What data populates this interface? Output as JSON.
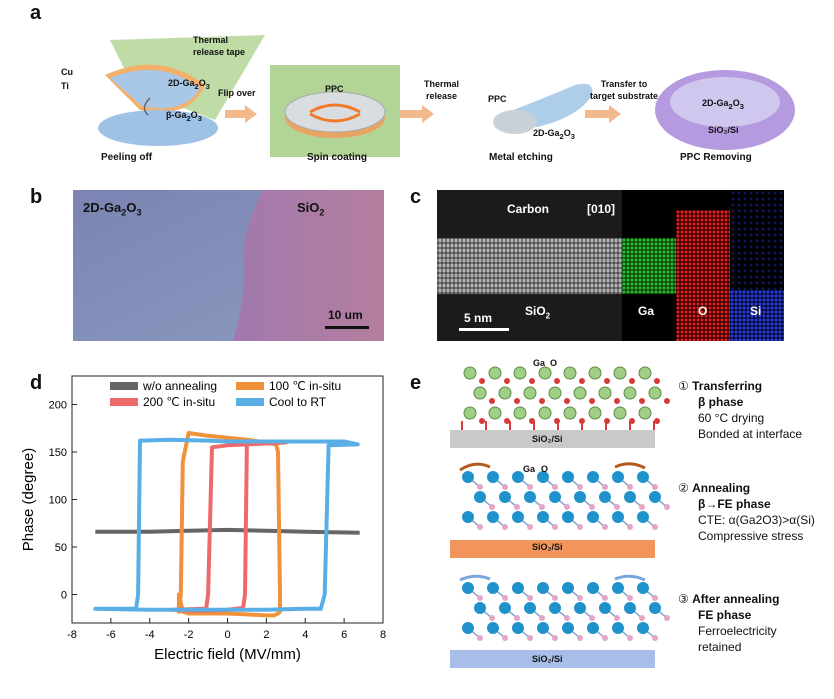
{
  "panel_a": {
    "label": "a",
    "tape_label": [
      "Thermal",
      "release tape"
    ],
    "cu_label": "Cu",
    "ti_label": "Ti",
    "ga2o3_2d": "2D-Ga",
    "beta_ga2o3": "β-Ga",
    "flip_over": "Flip over",
    "ppc": "PPC",
    "thermal_release": [
      "Thermal",
      "release"
    ],
    "transfer": [
      "Transfer to",
      "target substrate"
    ],
    "sio2si": "SiO₂/Si",
    "captions": [
      "Peeling off",
      "Spin coating",
      "Metal etching",
      "PPC Removing"
    ]
  },
  "panel_b": {
    "label": "b",
    "left_text": "2D-Ga",
    "right_text": "SiO",
    "scale_bar": "10 um"
  },
  "panel_c": {
    "label": "c",
    "carbon": "Carbon",
    "zone": "[010]",
    "sio2": "SiO",
    "scale_bar": "5 nm",
    "maps": [
      "Ga",
      "O",
      "Si"
    ]
  },
  "panel_d": {
    "label": "d"
  },
  "panel_e": {
    "label": "e",
    "ga": "Ga",
    "o": "O",
    "substrate": "SiO₂/Si",
    "steps": [
      {
        "num": "①",
        "title": "Transferring",
        "phase": "β phase",
        "lines": [
          "60 °C drying",
          "Bonded at interface"
        ]
      },
      {
        "num": "②",
        "title": "Annealing",
        "phase": "β→FE phase",
        "lines": [
          "CTE: α(Ga2O3)>α(Si)",
          "Compressive stress"
        ]
      },
      {
        "num": "③",
        "title": "After annealing",
        "phase": "FE phase",
        "lines": [
          "Ferroelectricity",
          "retained"
        ]
      }
    ]
  },
  "chart_data": {
    "type": "line",
    "xlabel": "Electric field (MV/mm)",
    "ylabel": "Phase (degree)",
    "xlim": [
      -8,
      8
    ],
    "ylim": [
      -30,
      230
    ],
    "xticks": [
      -8,
      -6,
      -4,
      -2,
      0,
      2,
      4,
      6,
      8
    ],
    "yticks": [
      0,
      50,
      100,
      150,
      200
    ],
    "legend_position": "top",
    "series": [
      {
        "name": "w/o annealing",
        "color": "#666666",
        "x": [
          -6.8,
          -4,
          -2,
          0,
          2,
          4,
          6.8
        ],
        "y": [
          66,
          66,
          67,
          68,
          67,
          66,
          65
        ]
      },
      {
        "name": "100 ℃ in-situ",
        "color": "#f0923a",
        "x": [
          -2.5,
          -2.4,
          -2.3,
          -2,
          -1,
          0,
          1,
          2,
          2.5,
          2.6,
          2.7,
          2.7,
          2.6,
          2.4,
          2,
          1,
          0,
          -1,
          -2,
          -2.3,
          -2.5,
          -2.5
        ],
        "y": [
          -20,
          0,
          140,
          170,
          167,
          165,
          163,
          160,
          158,
          150,
          0,
          -18,
          -20,
          -22,
          -22,
          -21,
          -20,
          -20,
          -20,
          -18,
          0,
          -20
        ]
      },
      {
        "name": "200 ℃ in-situ",
        "color": "#ee6a6a",
        "x": [
          -1.1,
          -1,
          -0.8,
          0,
          1,
          2,
          3,
          3.2,
          1.0,
          0.9,
          0.8,
          0,
          -1,
          -2,
          -2.8,
          -1.2,
          -1.1
        ],
        "y": [
          -15,
          0,
          155,
          157,
          158,
          159,
          160,
          161,
          160,
          0,
          -14,
          -16,
          -17,
          -17,
          -16,
          -15,
          -15
        ]
      },
      {
        "name": "Cool to RT",
        "color": "#5aaee6",
        "x": [
          -4.7,
          -4.6,
          -4.5,
          -3,
          -1,
          0,
          2,
          4,
          5,
          6,
          6.7,
          5.2,
          5.0,
          4.8,
          4,
          2,
          0,
          -2,
          -4,
          -6.8,
          -4.7
        ],
        "y": [
          -15,
          0,
          162,
          163,
          162,
          161,
          161,
          161,
          161,
          161,
          158,
          157,
          0,
          -15,
          -15,
          -16,
          -16,
          -16,
          -16,
          -15,
          -15
        ]
      }
    ]
  }
}
